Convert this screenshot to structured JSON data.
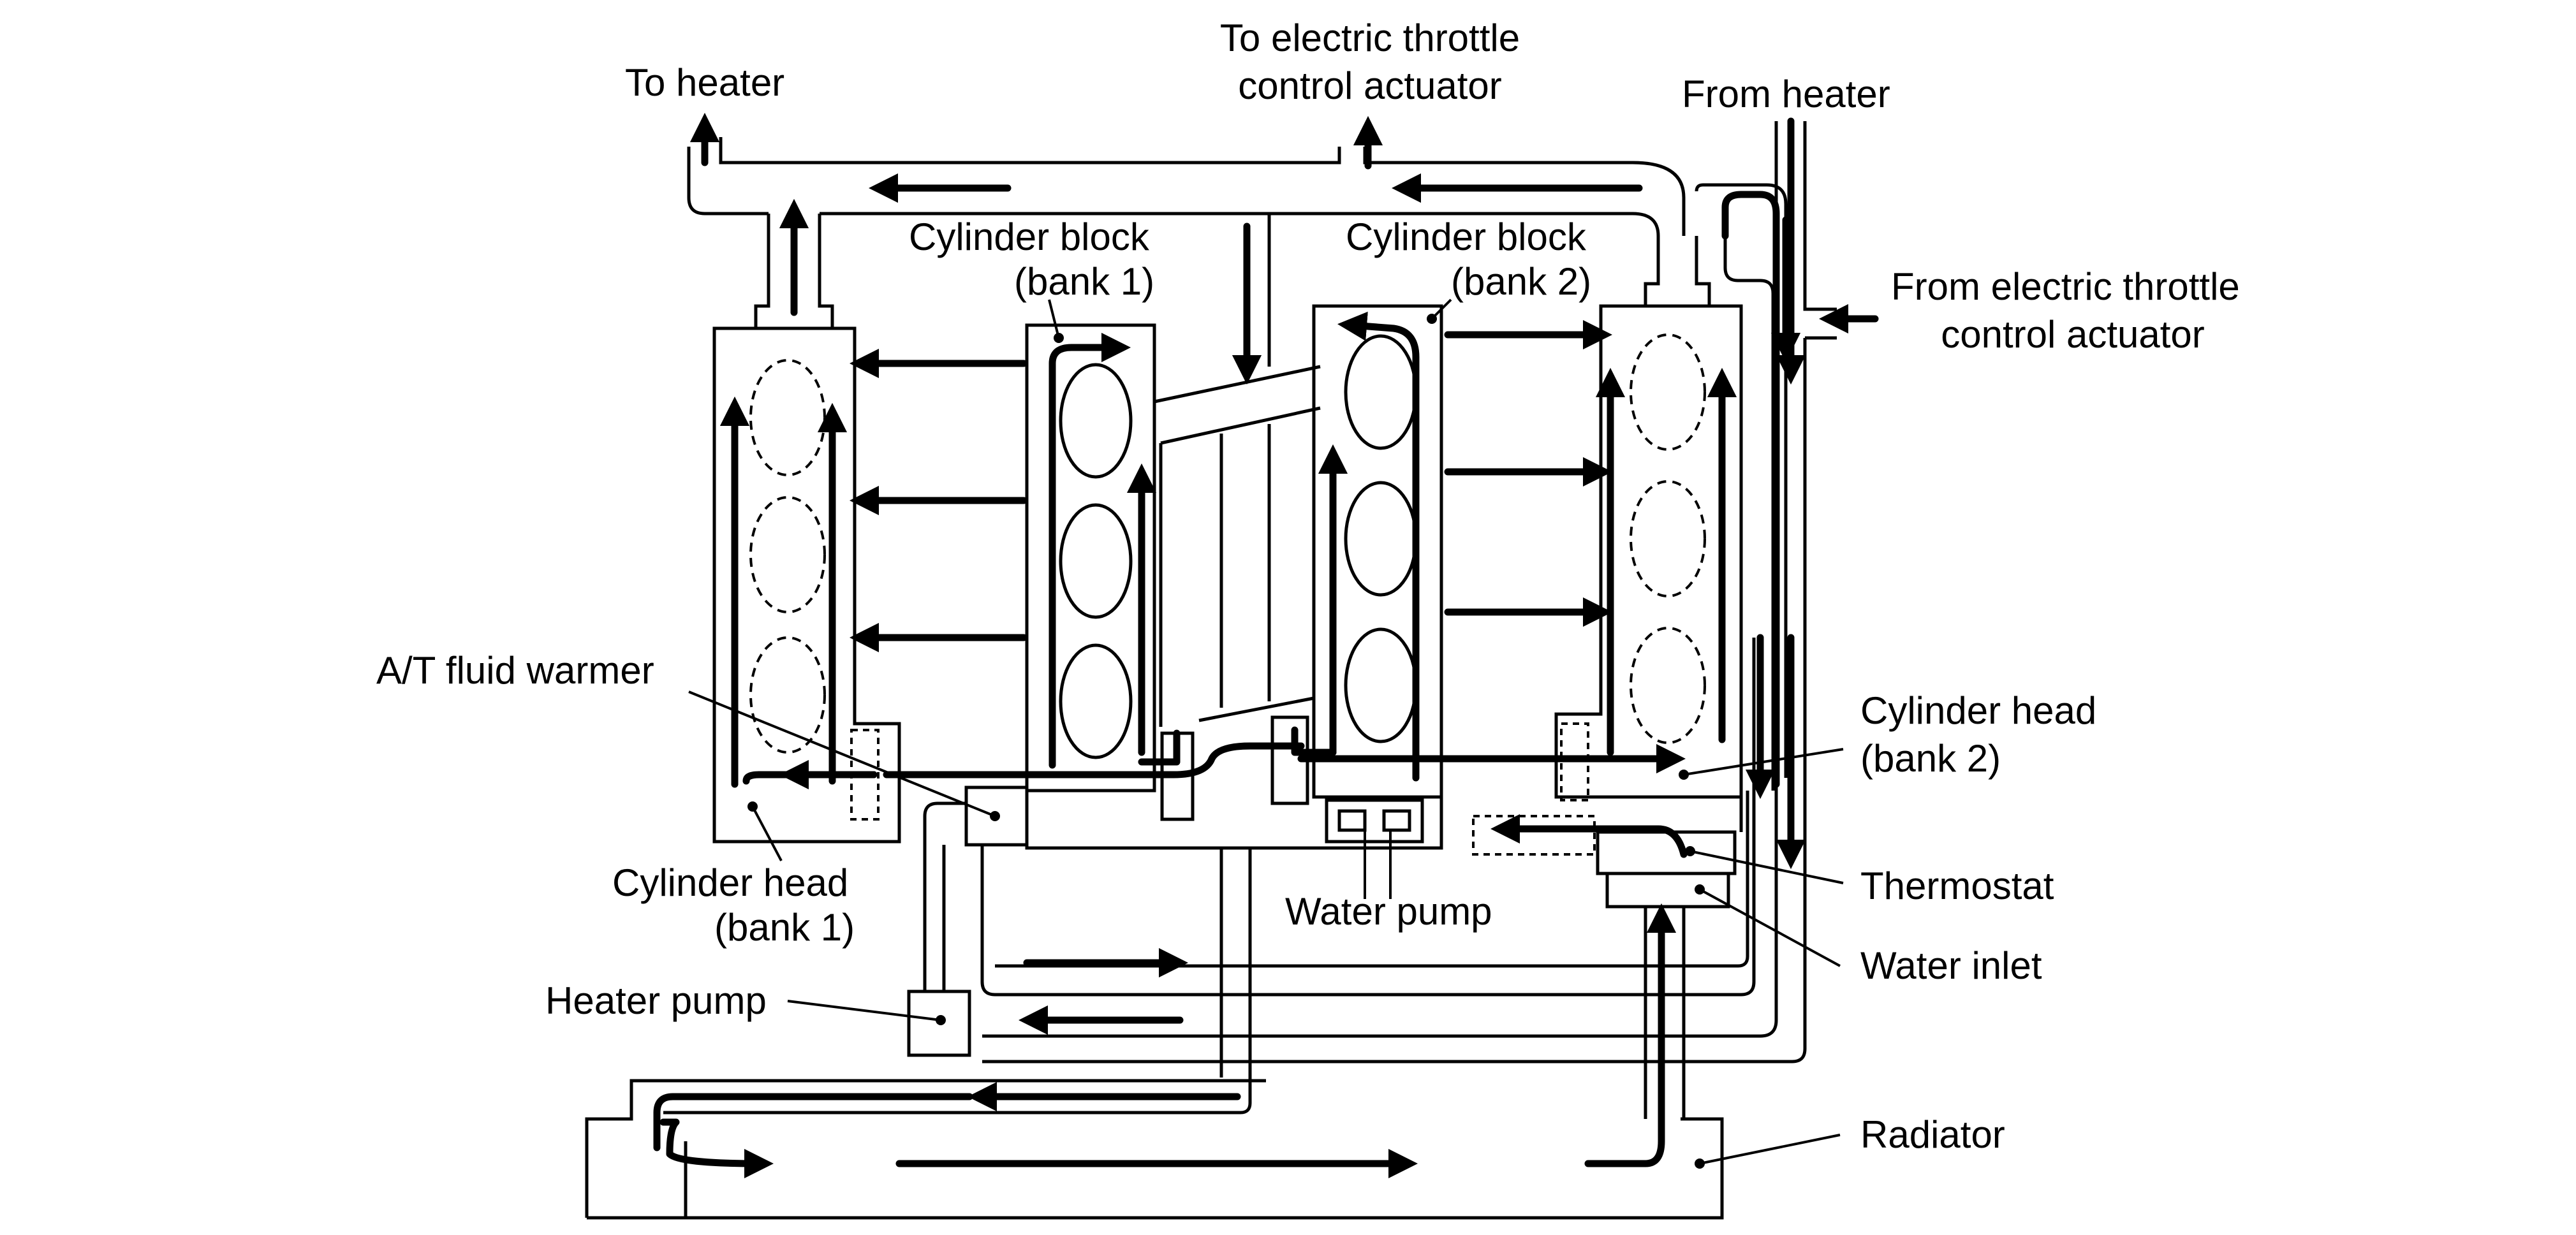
{
  "labels": {
    "to_heater": "To heater",
    "to_etc_line1": "To electric throttle",
    "to_etc_line2": "control actuator",
    "from_heater": "From heater",
    "from_etc_line1": "From electric throttle",
    "from_etc_line2": "control actuator",
    "block_bank1_line1": "Cylinder block",
    "block_bank1_line2": "(bank 1)",
    "block_bank2_line1": "Cylinder block",
    "block_bank2_line2": "(bank 2)",
    "at_fluid_warmer": "A/T fluid warmer",
    "head_bank2_line1": "Cylinder head",
    "head_bank2_line2": "(bank 2)",
    "thermostat": "Thermostat",
    "water_inlet": "Water inlet",
    "head_bank1_line1": "Cylinder head",
    "head_bank1_line2": "(bank 1)",
    "water_pump": "Water pump",
    "heater_pump": "Heater pump",
    "radiator": "Radiator"
  }
}
